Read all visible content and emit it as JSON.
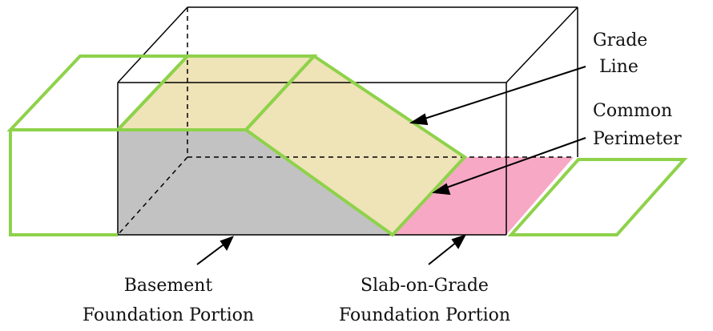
{
  "labels": {
    "grade_line": [
      "Grade",
      "Line"
    ],
    "common_perimeter": [
      "Common",
      "Perimeter"
    ],
    "basement": [
      "Basement",
      "Foundation Portion"
    ],
    "slab": [
      "Slab-on-Grade",
      "Foundation Portion"
    ]
  },
  "colors": {
    "grade_outline": "#8ed24a",
    "grade_fill": "#efe3b8",
    "basement_fill": "#c2c2c2",
    "slab_fill": "#f7a8c4",
    "box_line": "#000000"
  }
}
